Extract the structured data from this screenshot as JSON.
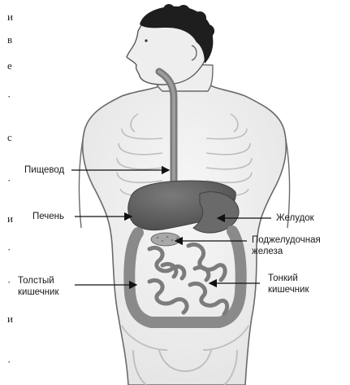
{
  "labels": {
    "esophagus": "Пищевод",
    "liver": "Печень",
    "stomach": "Желудок",
    "pancreas_line1": "Поджелудочная",
    "pancreas_line2": "железа",
    "colon_line1": "Толстый",
    "colon_line2": "кишечник",
    "small_intestine_line1": "Тонкий",
    "small_intestine_line2": "кишечник"
  },
  "page_edge_letters": [
    "и",
    "в",
    "е",
    "·",
    "с",
    "·",
    "и",
    "·",
    "·",
    "и",
    "·"
  ],
  "colors": {
    "organ_dark": "#5e5e5e",
    "organ_mid": "#8d8d8d",
    "body_outline": "#6a6a6a",
    "hair": "#1e1e1e"
  }
}
